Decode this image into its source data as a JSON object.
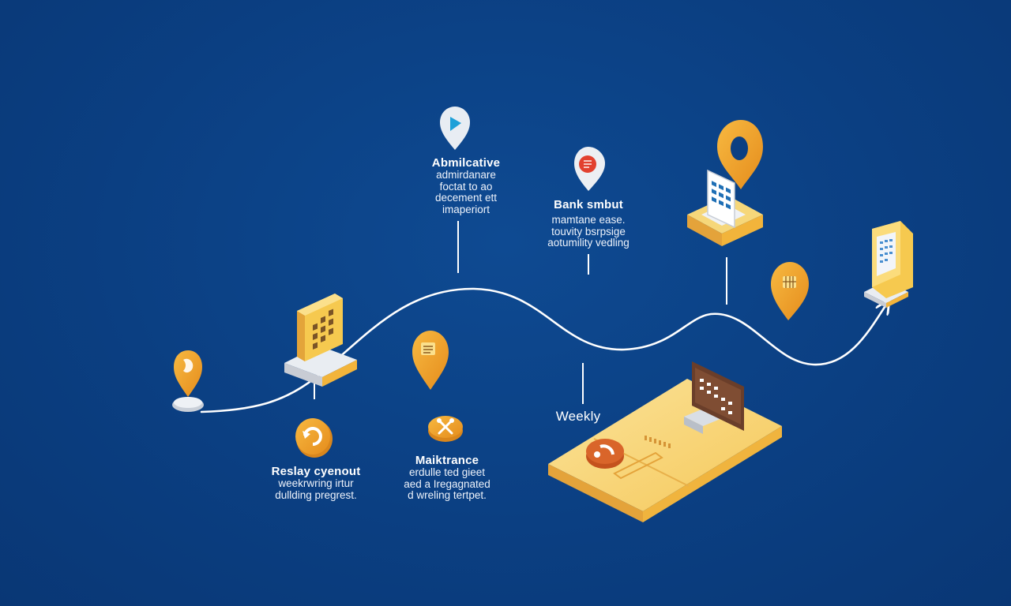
{
  "palette": {
    "background": "#0b3f82",
    "path": "#ffffff",
    "accent_orange": "#f2a42b",
    "accent_yellow": "#f6c94f",
    "accent_red": "#e2412f",
    "panel_dark": "#6a3e2a"
  },
  "labels": {
    "top_left": {
      "title": "Abmilcative",
      "lines": [
        "admirdanare",
        "foctat to ao",
        "decement ett",
        "imaperiort"
      ]
    },
    "top_mid": {
      "title": "Bank smbut",
      "lines": [
        "mamtane ease.",
        "touvity bsrpsige",
        "aotumility vedling"
      ]
    },
    "bottom_left": {
      "title": "Reslay cyenout",
      "lines": [
        "weekrwring irtur",
        "dullding pregrest."
      ]
    },
    "bottom_mid": {
      "title": "Maiktrance",
      "lines": [
        "erdulle ted gieet",
        "aed a Iregagnated",
        "d wreling tertpet."
      ]
    },
    "weekly": {
      "title": "Weekly"
    }
  },
  "icons": {
    "start_pin": "location-pin-icon",
    "building": "office-building-icon",
    "refresh_coin": "refresh-coin-icon",
    "document_pin": "document-pin-icon",
    "tools_coin": "wrench-coin-icon",
    "top_pin_blue": "play-pin-icon",
    "top_pin_red": "document-pin-icon",
    "calendar_platform": "calendar-platform-icon",
    "right_pin": "grid-pin-icon",
    "tablet": "tablet-icon",
    "desk": "desk-platform-icon"
  }
}
